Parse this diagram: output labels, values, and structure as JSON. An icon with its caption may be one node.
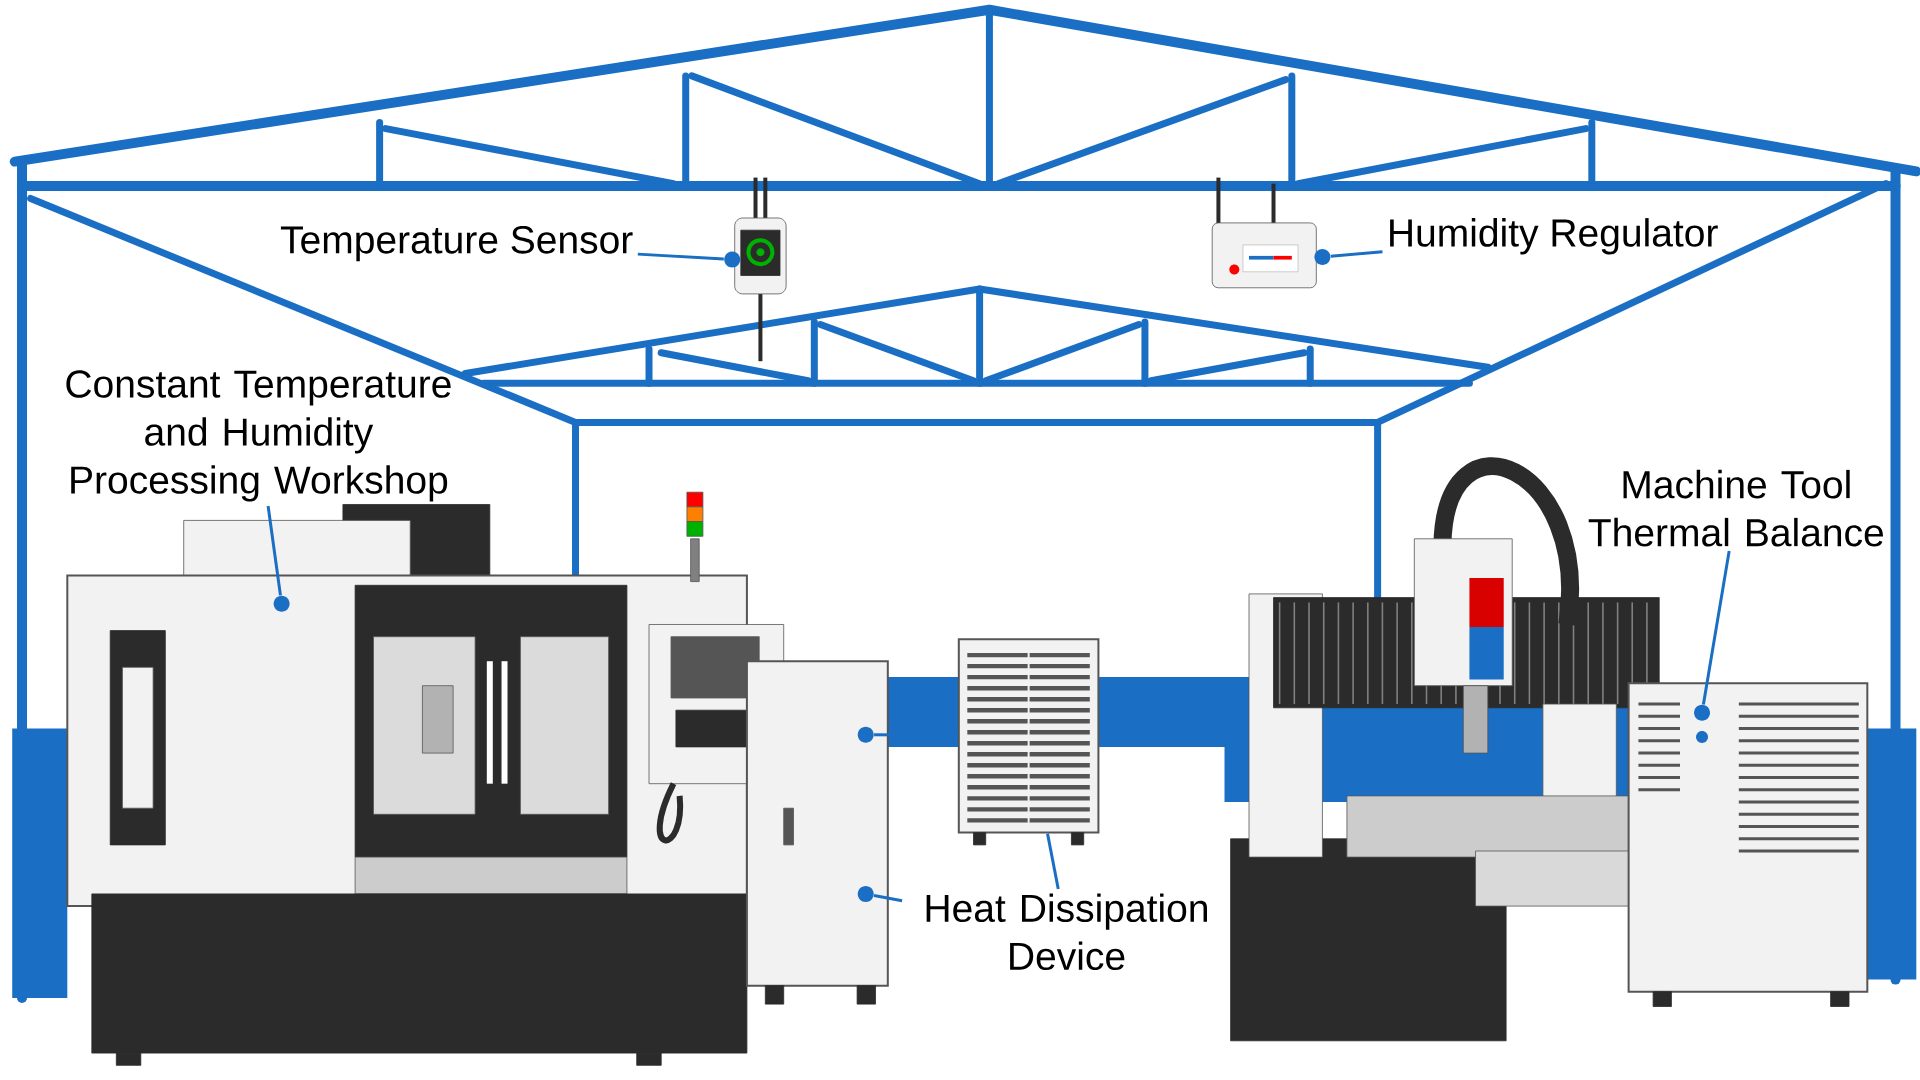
{
  "diagram": {
    "nodes": [
      {
        "text": [
          "Temperature Sensor"
        ]
      },
      {
        "text": [],
        "shape": "circle"
      },
      {
        "text": [
          "Humidity Regulator"
        ]
      },
      {
        "text": [],
        "shape": "circle"
      },
      {
        "text": [
          "Constant Temperature and Humidity Processing Workshop"
        ]
      },
      {
        "text": [],
        "shape": "circle"
      },
      {
        "text": [
          "Machine Tool Thermal Balance"
        ]
      },
      {
        "text": [],
        "shape": "circle"
      },
      {
        "text": [],
        "shape": "circle"
      },
      {
        "text": [],
        "shape": "box"
      },
      {
        "text": [],
        "shape": "circle"
      },
      {
        "text": [
          "Heat Dissipation Device"
        ]
      }
    ],
    "edges": [
      {
        "from": 0,
        "to": 1,
        "arrow": "none"
      },
      {
        "from": 2,
        "to": 3,
        "arrow": "none"
      },
      {
        "from": 4,
        "to": 5,
        "arrow": "none"
      },
      {
        "from": 6,
        "to": 7,
        "arrow": "none"
      },
      {
        "from": 9,
        "to": 8,
        "arrow": "none"
      },
      {
        "from": 11,
        "to": 9,
        "arrow": "none"
      },
      {
        "from": 11,
        "to": 10,
        "arrow": "none"
      }
    ]
  }
}
